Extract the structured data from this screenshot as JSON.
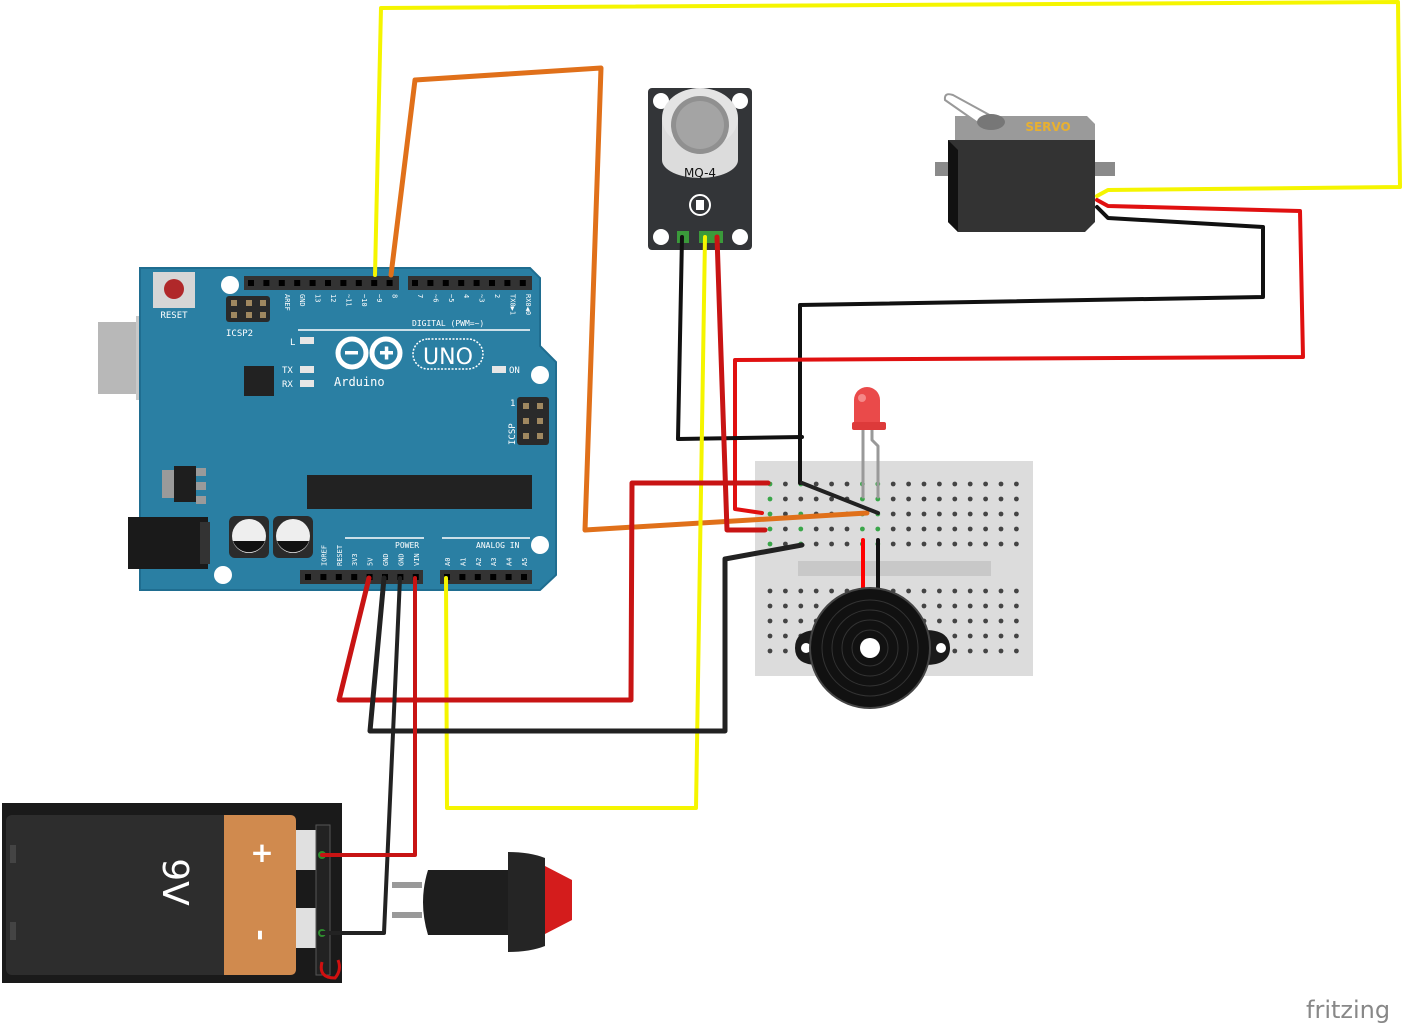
{
  "diagram": {
    "tool_watermark": "fritzing",
    "components": {
      "arduino": {
        "name": "Arduino UNO",
        "logo_text": "Arduino",
        "model_text": "UNO",
        "reset_label": "RESET",
        "icsp2_label": "ICSP2",
        "icsp_label": "ICSP",
        "icsp_pin1": "1",
        "led_labels": {
          "l": "L",
          "tx": "TX",
          "rx": "RX",
          "on": "ON"
        },
        "digital_label": "DIGITAL (PWM=~)",
        "power_label": "POWER",
        "analog_label": "ANALOG IN",
        "top_pins": [
          "AREF",
          "GND",
          "13",
          "12",
          "~11",
          "~10",
          "~9",
          "8",
          "7",
          "~6",
          "~5",
          "4",
          "~3",
          "2",
          "TX0▶1",
          "RX0◀0"
        ],
        "power_pins": [
          "IOREF",
          "RESET",
          "3V3",
          "5V",
          "GND",
          "GND",
          "VIN"
        ],
        "analog_pins": [
          "A0",
          "A1",
          "A2",
          "A3",
          "A4",
          "A5"
        ]
      },
      "gas_sensor": {
        "label": "MQ-4"
      },
      "servo": {
        "label": "SERVO"
      },
      "battery": {
        "label": "9V",
        "plus": "+",
        "minus": "-"
      },
      "led": {
        "color": "red"
      },
      "buzzer": {
        "name": "piezo buzzer"
      },
      "push_button": {
        "name": "push button"
      },
      "breadboard": {
        "name": "mini breadboard"
      }
    },
    "wires": [
      {
        "id": "servo-signal",
        "color": "#f5f500",
        "from": "Arduino ~9",
        "to": "Servo signal"
      },
      {
        "id": "led-signal",
        "color": "#e0701a",
        "from": "Arduino 8",
        "to": "Breadboard LED anode row"
      },
      {
        "id": "servo-gnd",
        "color": "#111111",
        "from": "Servo GND",
        "to": "Breadboard GND"
      },
      {
        "id": "servo-vcc",
        "color": "#e01010",
        "from": "Servo VCC",
        "to": "Breadboard 5V"
      },
      {
        "id": "sensor-gnd",
        "color": "#111111",
        "from": "MQ-4 GND",
        "to": "Breadboard GND"
      },
      {
        "id": "sensor-vcc",
        "color": "#e01010",
        "from": "MQ-4 VCC",
        "to": "Breadboard 5V"
      },
      {
        "id": "sensor-aout",
        "color": "#f5f500",
        "from": "MQ-4 AOUT",
        "to": "Arduino A0"
      },
      {
        "id": "arduino-5v",
        "color": "#c81414",
        "from": "Arduino 5V",
        "to": "Breadboard 5V"
      },
      {
        "id": "arduino-gnd",
        "color": "#222222",
        "from": "Arduino GND",
        "to": "Breadboard GND"
      },
      {
        "id": "battery-neg",
        "color": "#222222",
        "from": "Arduino GND",
        "to": "Battery -"
      },
      {
        "id": "battery-pos",
        "color": "#c81414",
        "from": "Arduino VIN",
        "to": "Battery +"
      }
    ]
  }
}
